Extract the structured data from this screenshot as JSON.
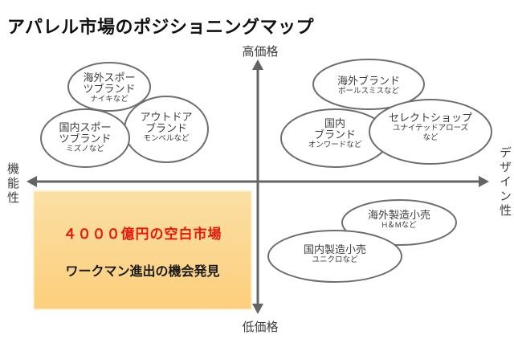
{
  "title": "アパレル市場のポジショニングマップ",
  "axes": {
    "top_label": "高価格",
    "bottom_label": "低価格",
    "left_label": "機能性",
    "right_label": "デザイン性"
  },
  "bubbles": {
    "overseas_sports": {
      "line1": "海外スポー",
      "line2": "ツブランド",
      "sub1": "ナイキなど"
    },
    "domestic_sports": {
      "line1": "国内スポー",
      "line2": "ツブランド",
      "sub1": "ミズノなど"
    },
    "outdoor_brand": {
      "line1": "アウトドア",
      "line2": "ブランド",
      "sub1": "モンベルなど"
    },
    "overseas_brand": {
      "line1": "海外ブランド",
      "sub1": "ポールスミスなど"
    },
    "domestic_brand": {
      "line1": "国内",
      "line2": "ブランド",
      "sub1": "オンワードなど"
    },
    "select_shop": {
      "line1": "セレクトショップ",
      "sub1": "ユナイテッドアローズ",
      "sub2": "など"
    },
    "overseas_spa": {
      "line1": "海外製造小売",
      "sub1": "H＆Mなど"
    },
    "domestic_spa": {
      "line1": "国内製造小売",
      "sub1": "ユニクロなど"
    }
  },
  "highlight": {
    "line1": "４０００億円の空白市場",
    "line2": "ワークマン進出の機会発見",
    "accent_color": "#e8170c",
    "bg_top": "#fbdfa4",
    "bg_bottom": "#fccf7c",
    "bg_border": "#fdeec9"
  },
  "colors": {
    "axis": "#646464",
    "bubble_stroke": "#6e6e6e",
    "bubble_fill": "#ffffff",
    "text": "#3c3c3c"
  }
}
